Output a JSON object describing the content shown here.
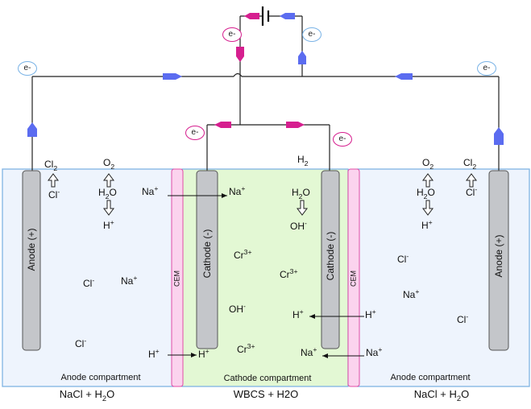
{
  "electrode_labels": {
    "anode_left": "Anode (+)",
    "anode_right": "Anode (+)",
    "cathode_left": "Cathode (-)",
    "cathode_right": "Cathode (-)"
  },
  "membrane_labels": {
    "cem_left": "CEM",
    "cem_right": "CEM"
  },
  "compartment_labels": {
    "anode_left": "Anode compartment",
    "cathode": "Cathode compartment",
    "anode_right": "Anode compartment"
  },
  "feed_labels": {
    "left": {
      "a": "NaCl  + H",
      "sub": "2",
      "b": "O"
    },
    "middle": "WBCS  + H2O",
    "right": {
      "a": "NaCl  + H",
      "sub": "2",
      "b": "O"
    }
  },
  "electron_label": "e-",
  "species": {
    "cl2": {
      "a": "Cl",
      "sub": "2"
    },
    "o2": {
      "a": "O",
      "sub": "2"
    },
    "h2": {
      "a": "H",
      "sub": "2"
    },
    "h2o": {
      "a": "H",
      "sub": "2",
      "b": "O"
    },
    "cl_minus": {
      "a": "Cl",
      "sup": "-"
    },
    "h_plus": {
      "a": "H",
      "sup": "+"
    },
    "na_plus": {
      "a": "Na",
      "sup": "+"
    },
    "oh_minus": {
      "a": "OH",
      "sup": "-"
    },
    "cr3_plus": {
      "a": "Cr",
      "sup": "3+"
    }
  },
  "colors": {
    "anode_fill": "#eef4fd",
    "cathode_fill": "#e3f8d4",
    "membrane_fill": "#fbd3ee",
    "membrane_stroke": "#e04ca6",
    "compartment_stroke": "#7fb3e3",
    "electrode_fill": "#c4c6ca",
    "arrow_pink": "#d61f8f",
    "arrow_blue": "#5b6cf0"
  }
}
